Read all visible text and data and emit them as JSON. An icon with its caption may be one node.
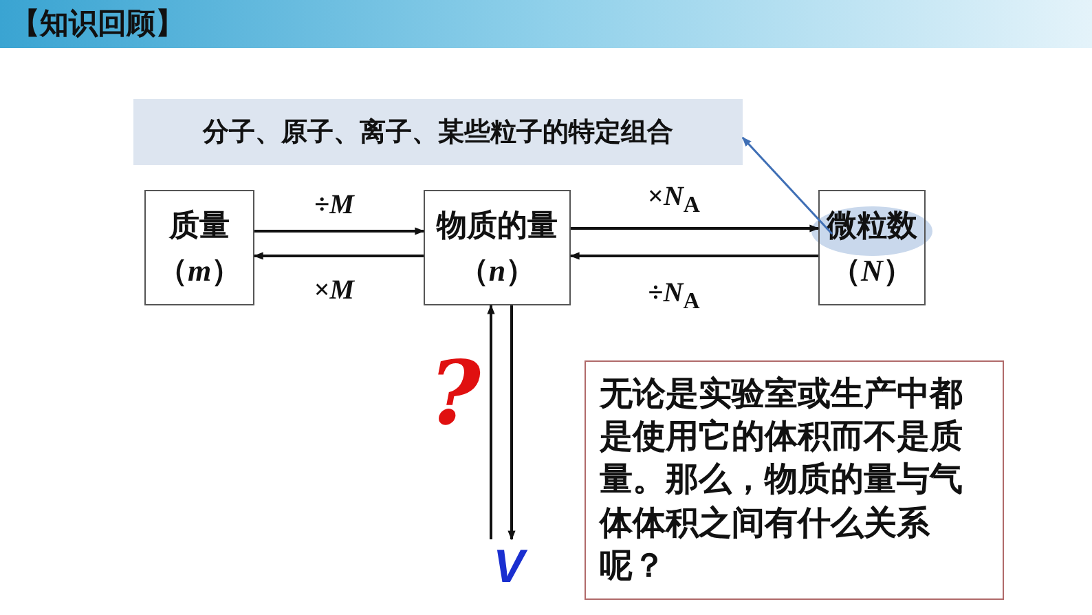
{
  "diagram": {
    "title": "【知识回顾】",
    "nodes": [
      {
        "text": [
          "分子、原子、离子、某些粒子的特定组合"
        ]
      },
      {
        "text": [
          "质量",
          "（*m*）"
        ]
      },
      {
        "text": [
          "物质的量",
          "（*n*）"
        ]
      },
      {
        "text": [
          "微粒数",
          "（*N*）"
        ]
      },
      {
        "text": [
          "V"
        ]
      },
      {
        "text": [
          "无论是实验室或生产中都是使用它的体积而不是质量。那么，物质的量与气体体积之间有什么关系呢？"
        ]
      }
    ],
    "edges": [
      {
        "from": 1,
        "to": 2,
        "arrow": "to",
        "label": "÷*M*"
      },
      {
        "from": 2,
        "to": 1,
        "arrow": "to",
        "label": "×*M*"
      },
      {
        "from": 2,
        "to": 3,
        "arrow": "to",
        "label": "×*N*$_{A}$"
      },
      {
        "from": 3,
        "to": 2,
        "arrow": "to",
        "label": "÷*N*$_{A}$"
      },
      {
        "from": 4,
        "to": 2,
        "arrow": "to"
      },
      {
        "from": 2,
        "to": 4,
        "arrow": "to"
      },
      {
        "from": 3,
        "to": 0,
        "arrow": "to",
        "color": "#3f6fb5"
      }
    ],
    "labels": [
      "?"
    ]
  }
}
